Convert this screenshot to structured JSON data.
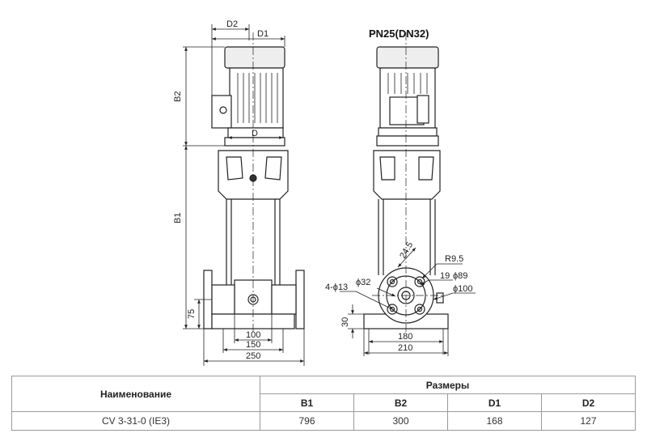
{
  "drawing": {
    "title": "PN25(DN32)",
    "labels": {
      "d2": "D2",
      "d1": "D1",
      "d": "D",
      "b2": "B2",
      "b1": "B1",
      "h75": "75",
      "w100": "100",
      "w150": "150",
      "w250": "250",
      "bolts": "4-ϕ13",
      "d32": "ϕ32",
      "a24": "24.5",
      "r95": "R9.5",
      "n19": "19",
      "d89": "ϕ89",
      "d100": "ϕ100",
      "h30": "30",
      "w180": "180",
      "w210": "210"
    }
  },
  "table": {
    "name_header": "Наименование",
    "sizes_header": "Размеры",
    "columns": [
      "B1",
      "B2",
      "D1",
      "D2"
    ],
    "rows": [
      {
        "name": "CV 3-31-0 (IE3)",
        "values": [
          "796",
          "300",
          "168",
          "127"
        ]
      }
    ]
  }
}
